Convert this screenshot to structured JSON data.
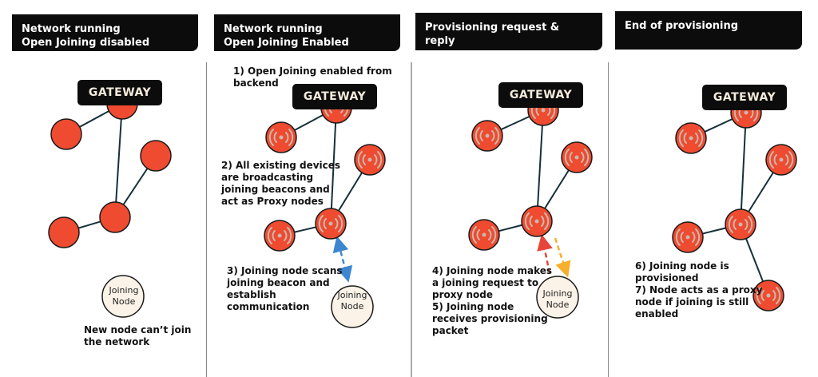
{
  "panels": [
    {
      "header": [
        "Network running",
        "Open Joining disabled"
      ],
      "gateway_label": "GATEWAY",
      "nodes_broadcasting": false,
      "joining_node": {
        "label": [
          "Joining",
          "Node"
        ]
      },
      "notes": [
        [
          "New node can’t join",
          "the network"
        ]
      ]
    },
    {
      "header": [
        "Network running",
        "Open Joining Enabled"
      ],
      "gateway_label": "GATEWAY",
      "nodes_broadcasting": true,
      "joining_node": {
        "label": [
          "Joining",
          "Node"
        ]
      },
      "arrow": {
        "type": "bidirectional",
        "color": "#3d86d0"
      },
      "notes": [
        [
          "1) Open Joining enabled from",
          "backend"
        ],
        [
          "2) All existing devices",
          "are broadcasting",
          "joining beacons and",
          "act as Proxy nodes"
        ],
        [
          "3) Joining node scans",
          "joining beacon and",
          "establish",
          "communication"
        ]
      ]
    },
    {
      "header": [
        "Provisioning request & reply"
      ],
      "gateway_label": "GATEWAY",
      "nodes_broadcasting": true,
      "joining_node": {
        "label": [
          "Joining",
          "Node"
        ]
      },
      "arrows": [
        {
          "direction": "to-proxy",
          "color": "#e8453a"
        },
        {
          "direction": "to-joining-node",
          "color": "#f4b02c"
        }
      ],
      "notes": [
        [
          "4) Joining node makes",
          "a joining request to",
          "proxy node",
          "5) Joining node",
          "receives provisioning",
          "packet"
        ]
      ]
    },
    {
      "header": [
        "End of provisioning"
      ],
      "gateway_label": "GATEWAY",
      "nodes_broadcasting": true,
      "notes": [
        [
          "6) Joining node is",
          "provisioned",
          "7) Node acts as a proxy",
          "node if joining is still",
          "enabled"
        ]
      ]
    }
  ],
  "colors": {
    "node_fill": "#ef4b30",
    "node_stroke": "#1a1a1a",
    "link": "#15303a",
    "beacon": "#c9b8ad",
    "joining_fill": "#fbf3e7",
    "header_bg": "#0d0c0c"
  }
}
